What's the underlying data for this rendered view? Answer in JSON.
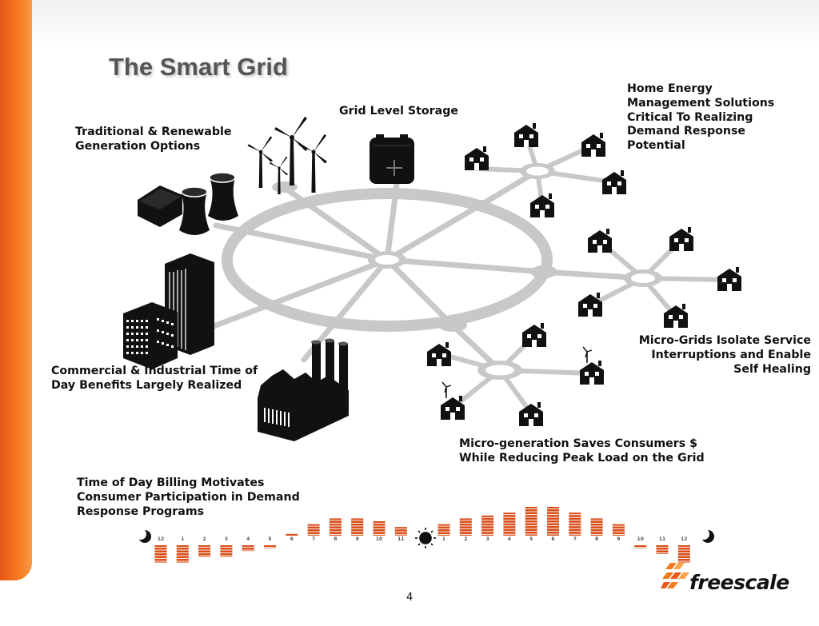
{
  "title": "The Smart Grid",
  "labels": {
    "traditional": [
      "Traditional & Renewable",
      "Generation Options"
    ],
    "storage": [
      "Grid Level Storage"
    ],
    "home_energy": [
      "Home Energy",
      "Management Solutions",
      "Critical To Realizing",
      "Demand Response",
      "Potential"
    ],
    "commercial": [
      "Commercial & Industrial Time of",
      "Day Benefits Largely Realized"
    ],
    "micro_grids": [
      "Micro-Grids Isolate Service",
      "Interruptions and  Enable",
      "Self Healing"
    ],
    "micro_generation": [
      "Micro-generation  Saves Consumers $",
      "While Reducing Peak Load on the Grid"
    ],
    "billing": [
      "Time of Day Billing Motivates",
      "Consumer Participation in Demand",
      "Response Programs"
    ]
  },
  "billing_chart": {
    "hours_am": [
      "12",
      "1",
      "2",
      "3",
      "4",
      "5",
      "6",
      "7",
      "8",
      "9",
      "10",
      "11"
    ],
    "hours_pm": [
      "1",
      "2",
      "3",
      "4",
      "5",
      "6",
      "7",
      "8",
      "9",
      "10",
      "11",
      "12"
    ],
    "levels_am": [
      -3,
      -3,
      -2,
      -2,
      -1,
      -0.5,
      0.3,
      2,
      3,
      3,
      2.5,
      1.5
    ],
    "levels_pm": [
      2,
      3,
      3.5,
      4,
      5,
      5,
      4,
      3,
      2,
      -0.5,
      -1.5,
      -3
    ]
  },
  "colors": {
    "accent": "#f47b20",
    "bar": "#d94e1a",
    "grid": "#c8c8c8",
    "silhouette": "#111111"
  },
  "slide_number": "4",
  "logo": {
    "text": "freescale",
    "tm": "™"
  }
}
